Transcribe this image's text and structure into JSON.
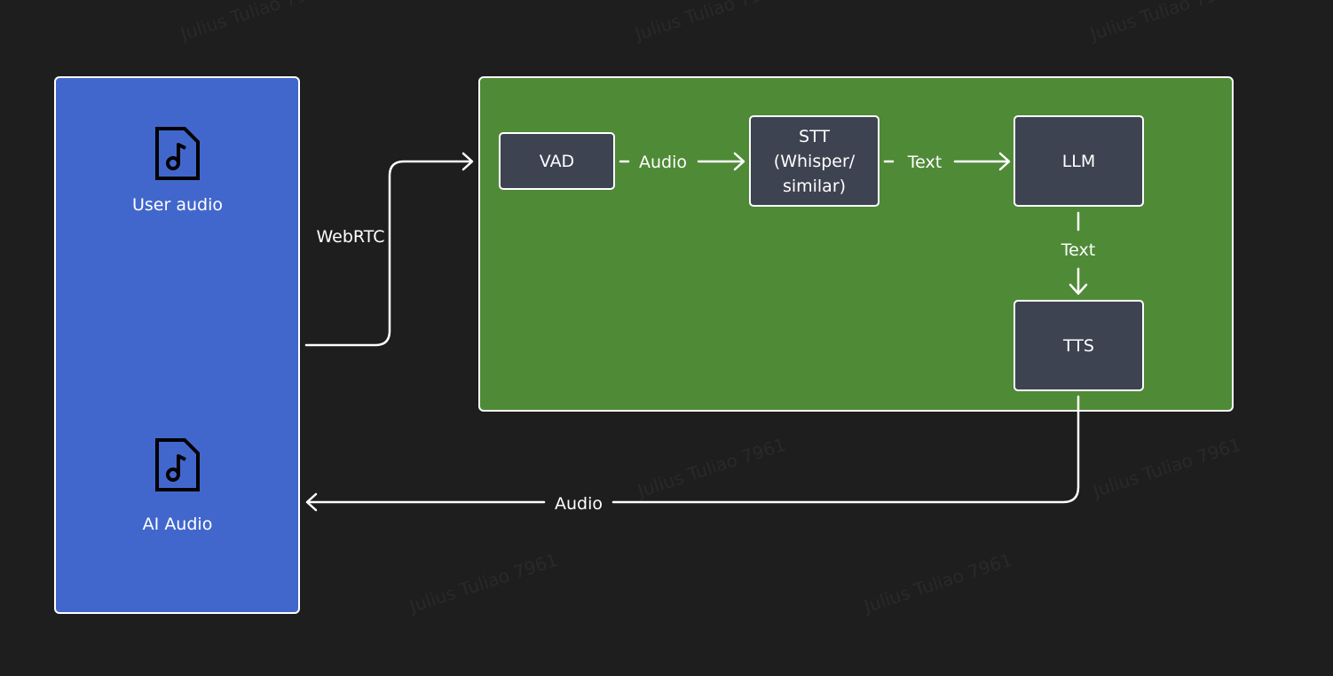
{
  "client": {
    "user_audio_label": "User audio",
    "ai_audio_label": "AI Audio",
    "user_audio_icon": "music-file-icon",
    "ai_audio_icon": "music-file-icon"
  },
  "edges": {
    "webrtc_label": "WebRTC",
    "vad_to_stt_label": "Audio",
    "stt_to_llm_label": "Text",
    "llm_to_tts_label": "Text",
    "tts_to_client_label": "Audio"
  },
  "nodes": {
    "vad": "VAD",
    "stt": "STT (Whisper/\nsimilar)",
    "llm": "LLM",
    "tts": "TTS"
  },
  "watermark": "Julius Tuliao 7961",
  "colors": {
    "background": "#1e1e1e",
    "client_fill": "#4267cc",
    "server_fill": "#4f8a37",
    "node_fill": "#3d4350",
    "stroke": "#ffffff"
  }
}
